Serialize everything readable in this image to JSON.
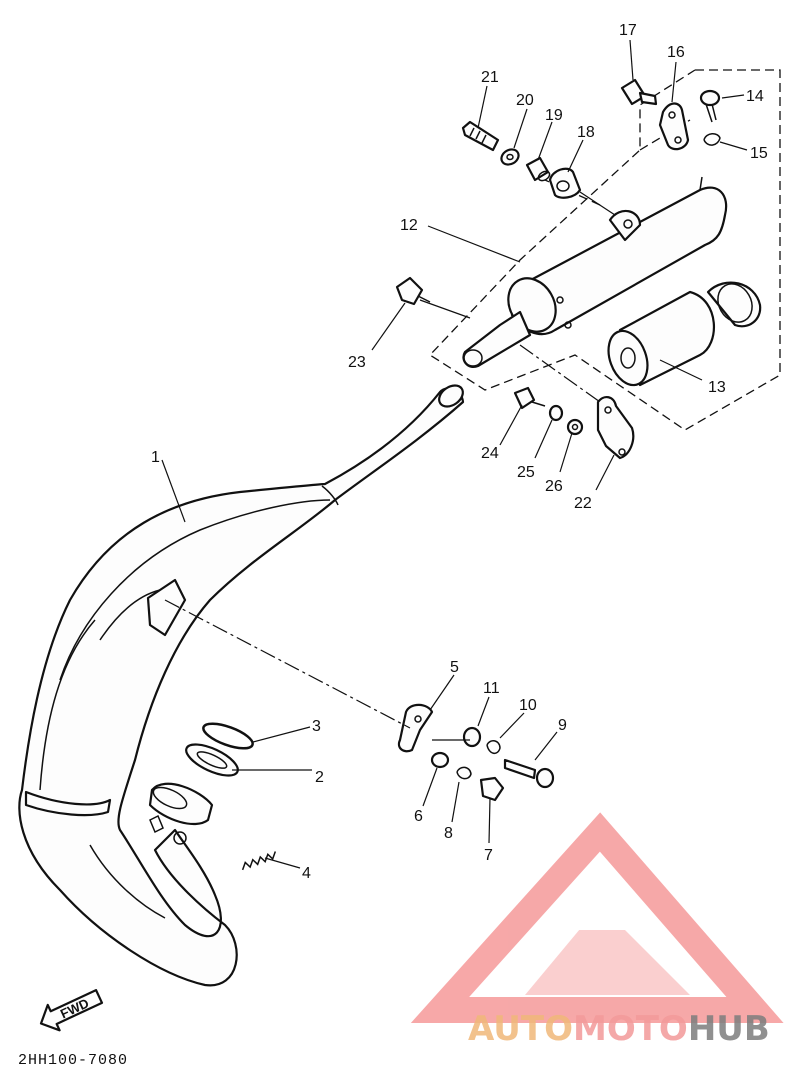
{
  "parts": [
    {
      "num": "1"
    },
    {
      "num": "2"
    },
    {
      "num": "3"
    },
    {
      "num": "4"
    },
    {
      "num": "5"
    },
    {
      "num": "6"
    },
    {
      "num": "7"
    },
    {
      "num": "8"
    },
    {
      "num": "9"
    },
    {
      "num": "10"
    },
    {
      "num": "11"
    },
    {
      "num": "12"
    },
    {
      "num": "13"
    },
    {
      "num": "14"
    },
    {
      "num": "15"
    },
    {
      "num": "16"
    },
    {
      "num": "17"
    },
    {
      "num": "18"
    },
    {
      "num": "19"
    },
    {
      "num": "20"
    },
    {
      "num": "21"
    },
    {
      "num": "22"
    },
    {
      "num": "23"
    },
    {
      "num": "24"
    },
    {
      "num": "25"
    },
    {
      "num": "26"
    }
  ],
  "fwd_label": "FWD",
  "diagram_code": "2HH100-7080",
  "watermark": {
    "auto": "AUTO",
    "moto": "MOTO",
    "hub": "HUB",
    "colors": {
      "auto": "#f0b87a",
      "moto": "#f39a9a",
      "hub": "#7d7d7d",
      "logo": "#f48b8b"
    }
  }
}
